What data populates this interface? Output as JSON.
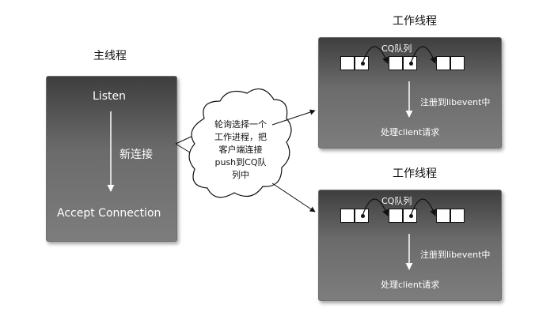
{
  "main_thread": {
    "title": "主线程",
    "listen": "Listen",
    "new_connection": "新连接",
    "accept": "Accept Connection"
  },
  "cloud_text": [
    "轮询选择一个",
    "工作进程，把",
    "客户端连接",
    "push到CQ队",
    "列中"
  ],
  "workers": [
    {
      "title": "工作线程",
      "queue_label": "CQ队列",
      "register": "注册到libevent中",
      "handle": "处理client请求"
    },
    {
      "title": "工作线程",
      "queue_label": "CQ队列",
      "register": "注册到libevent中",
      "handle": "处理client请求"
    }
  ]
}
